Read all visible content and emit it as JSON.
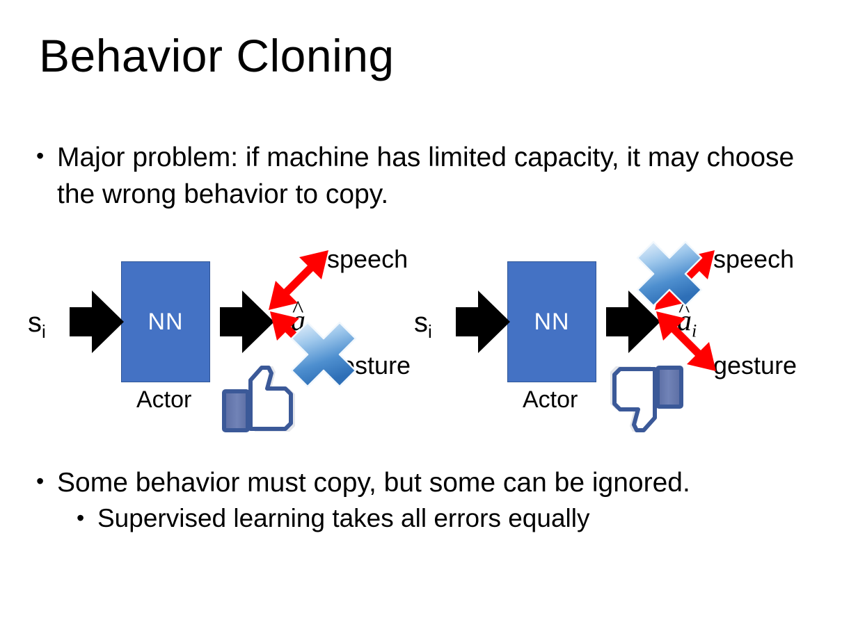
{
  "slide": {
    "title": "Behavior Cloning",
    "background_color": "#FFFFFF"
  },
  "bullets": {
    "top": {
      "marker": "•",
      "text": "Major problem: if machine has limited capacity, it may choose the wrong behavior to copy."
    },
    "bottom": {
      "marker": "•",
      "text": "Some behavior must copy, but some can be ignored.",
      "sub": {
        "marker": "•",
        "text": "Supervised learning takes all errors equally"
      }
    }
  },
  "colors": {
    "nn_box_fill": "#4472C4",
    "nn_box_border": "#2F5597",
    "nn_text": "#FFFFFF",
    "arrow_black": "#000000",
    "arrow_red": "#FF0000",
    "cross_blue_light": "#DCEAF8",
    "cross_blue_mid": "#7FB2E5",
    "cross_blue_dark": "#2E6FB7",
    "thumb_outline": "#3B5998",
    "thumb_fill": "#FFFFFF",
    "thumb_shadow": "#E4E6EB",
    "thumb_cuff": "#6274A8"
  },
  "diagrams": [
    {
      "id": "left",
      "state_label": "s",
      "state_subscript": "i",
      "box_label": "NN",
      "box_caption": "Actor",
      "action_symbol": "a",
      "action_subscript": "i",
      "action_hat": "^",
      "outputs": [
        {
          "name": "speech",
          "label": "speech",
          "crossed": false
        },
        {
          "name": "gesture",
          "label": "gesture",
          "crossed": true
        }
      ],
      "feedback_icon": "thumbs-up-icon",
      "feedback_meaning": "like"
    },
    {
      "id": "right",
      "state_label": "s",
      "state_subscript": "i",
      "box_label": "NN",
      "box_caption": "Actor",
      "action_symbol": "a",
      "action_subscript": "i",
      "action_hat": "^",
      "outputs": [
        {
          "name": "speech",
          "label": "speech",
          "crossed": true
        },
        {
          "name": "gesture",
          "label": "gesture",
          "crossed": false
        }
      ],
      "feedback_icon": "thumbs-down-icon",
      "feedback_meaning": "dislike"
    }
  ]
}
